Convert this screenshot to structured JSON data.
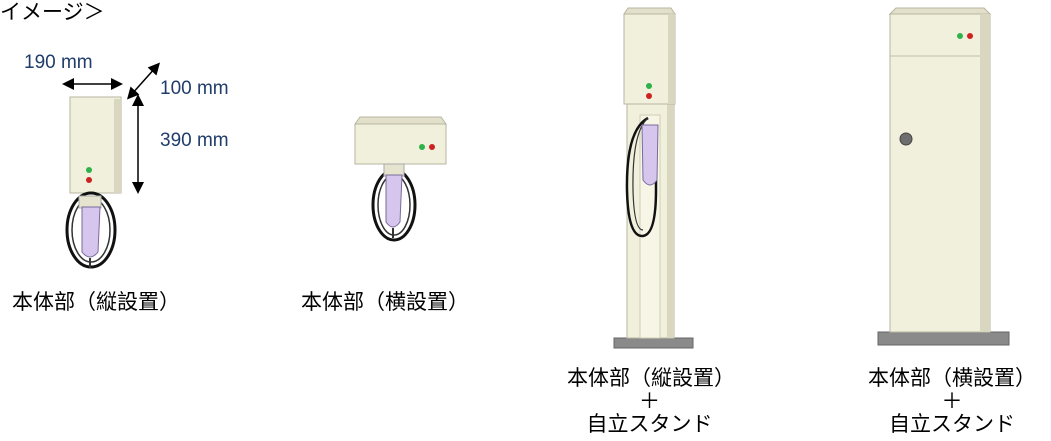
{
  "heading": "イメージ＞",
  "dimensions": {
    "width": "190 mm",
    "depth": "100 mm",
    "height": "390 mm"
  },
  "units": [
    {
      "caption": "本体部（縦設置）"
    },
    {
      "caption": "本体部（横設置）"
    },
    {
      "caption_lines": [
        "本体部（縦設置）",
        "＋",
        "自立スタンド"
      ]
    },
    {
      "caption_lines": [
        "本体部（横設置）",
        "＋",
        "自立スタンド"
      ]
    }
  ],
  "colors": {
    "body": "#f1f0dc",
    "body_shadow": "#d9d7c0",
    "led_green": "#2fb24a",
    "led_red": "#cc2222",
    "connector": "#d6c6ee",
    "base": "#8a8a8a",
    "dimension_text": "#1f3d6b"
  },
  "icons": [
    "double-arrow-icon",
    "diagonal-double-arrow-icon",
    "vertical-double-arrow-icon",
    "charging-connector-icon",
    "led-indicator-icon"
  ]
}
